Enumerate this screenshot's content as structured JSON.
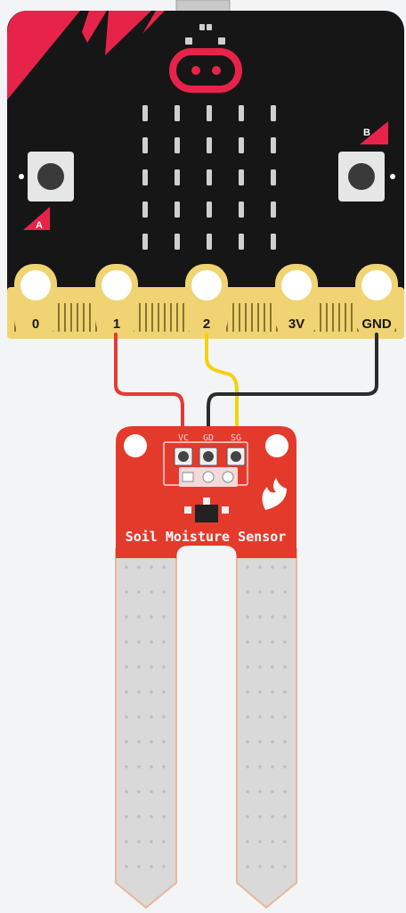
{
  "board": {
    "pins": [
      "0",
      "1",
      "2",
      "3V",
      "GND"
    ],
    "button_a": "A",
    "button_b": "B"
  },
  "sensor": {
    "title": "Soil Moisture Sensor",
    "header_pins": [
      "VC",
      "GD",
      "SG"
    ]
  },
  "wires": [
    {
      "from": "1",
      "to": "VC",
      "color": "#e53935"
    },
    {
      "from": "2",
      "to": "SG",
      "color": "#f4d20a"
    },
    {
      "from": "GND",
      "to": "GD",
      "color": "#2b2b2b"
    }
  ],
  "colors": {
    "board_black": "#161616",
    "board_red": "#e8234a",
    "gold": "#f0d372",
    "sensor_red": "#e43a2c",
    "probe_gray": "#d9d9d9"
  }
}
